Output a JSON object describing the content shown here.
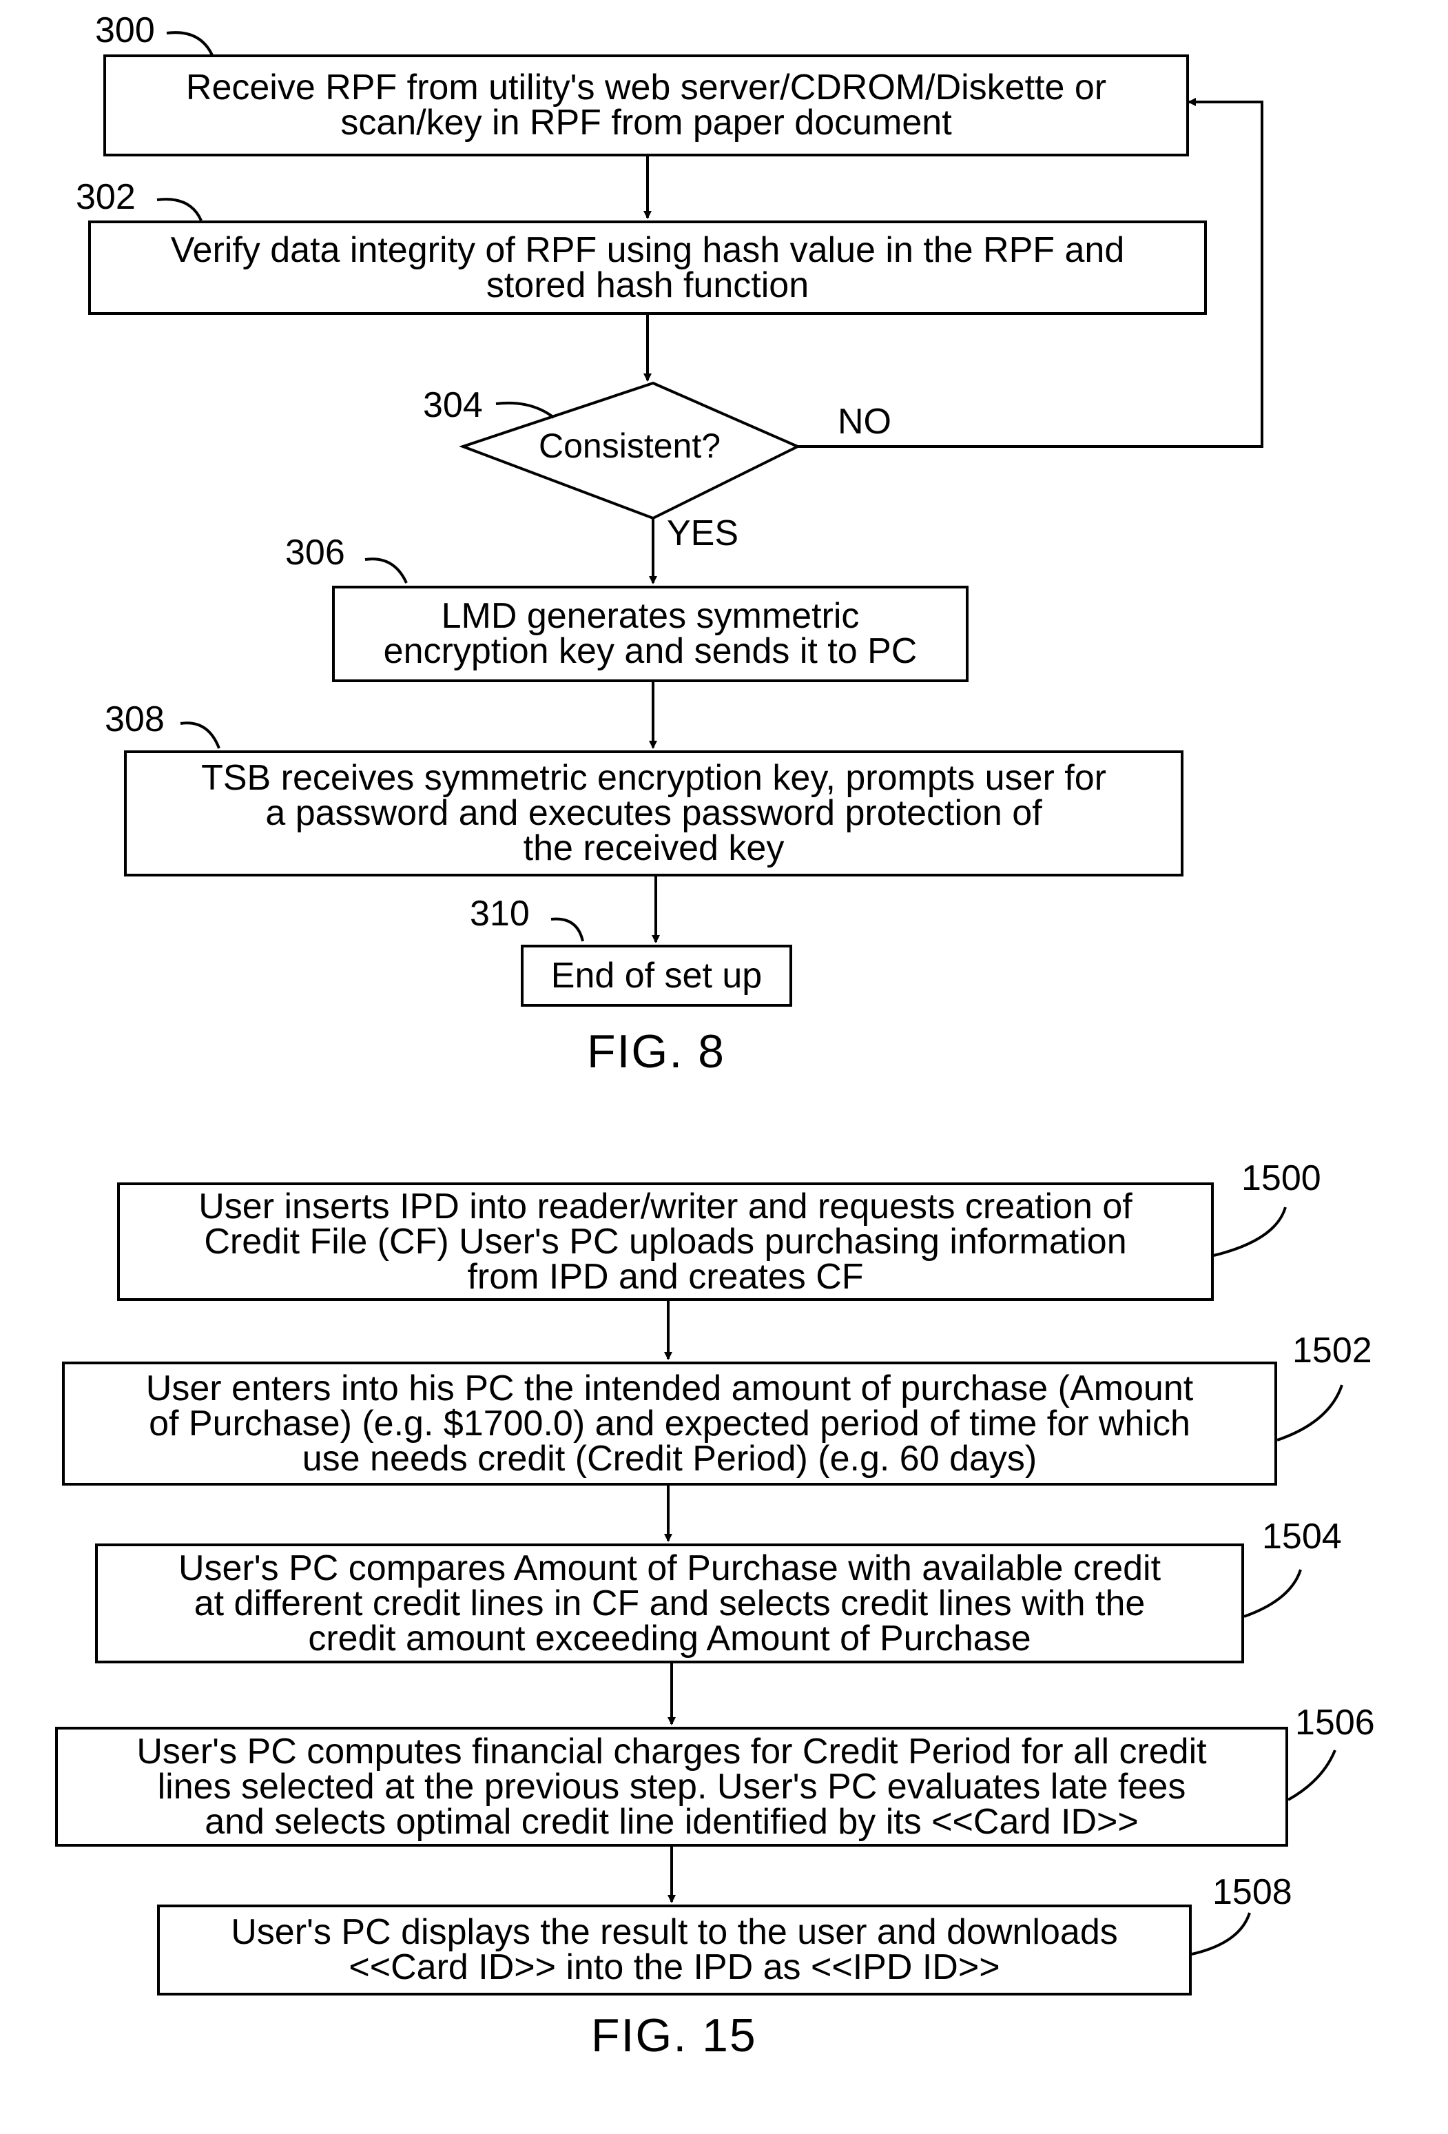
{
  "fig8": {
    "label": "FIG. 8",
    "step300": {
      "ref": "300",
      "text": "Receive RPF from utility's web server/CDROM/Diskette or\nscan/key in RPF from paper document"
    },
    "step302": {
      "ref": "302",
      "text": "Verify data integrity of RPF using hash value in the RPF and\nstored hash function"
    },
    "step304": {
      "ref": "304",
      "text": "Consistent?",
      "no_label": "NO",
      "yes_label": "YES"
    },
    "step306": {
      "ref": "306",
      "text": "LMD generates symmetric\nencryption key and sends it to PC"
    },
    "step308": {
      "ref": "308",
      "text": "TSB receives symmetric encryption key, prompts user for\na password and executes password protection of\nthe received key"
    },
    "step310": {
      "ref": "310",
      "text": "End of set up"
    }
  },
  "fig15": {
    "label": "FIG. 15",
    "step1500": {
      "ref": "1500",
      "text": "User inserts IPD into reader/writer and requests creation of\nCredit File (CF) User's PC uploads purchasing information\nfrom IPD and creates CF"
    },
    "step1502": {
      "ref": "1502",
      "text": "User enters into his PC the intended amount of purchase (Amount\nof Purchase) (e.g. $1700.0) and expected period of time for which\nuse needs credit (Credit Period) (e.g. 60 days)"
    },
    "step1504": {
      "ref": "1504",
      "text": "User's PC compares Amount of Purchase with available credit\nat different credit lines in CF and selects credit lines with the\ncredit amount exceeding Amount of Purchase"
    },
    "step1506": {
      "ref": "1506",
      "text": "User's PC computes financial charges for Credit Period for all credit\nlines selected at the previous step.  User's PC evaluates late fees\nand selects optimal credit line identified by its <<Card ID>>"
    },
    "step1508": {
      "ref": "1508",
      "text": "User's PC displays the result to the user and downloads\n<<Card ID>> into the IPD as <<IPD ID>>"
    }
  }
}
